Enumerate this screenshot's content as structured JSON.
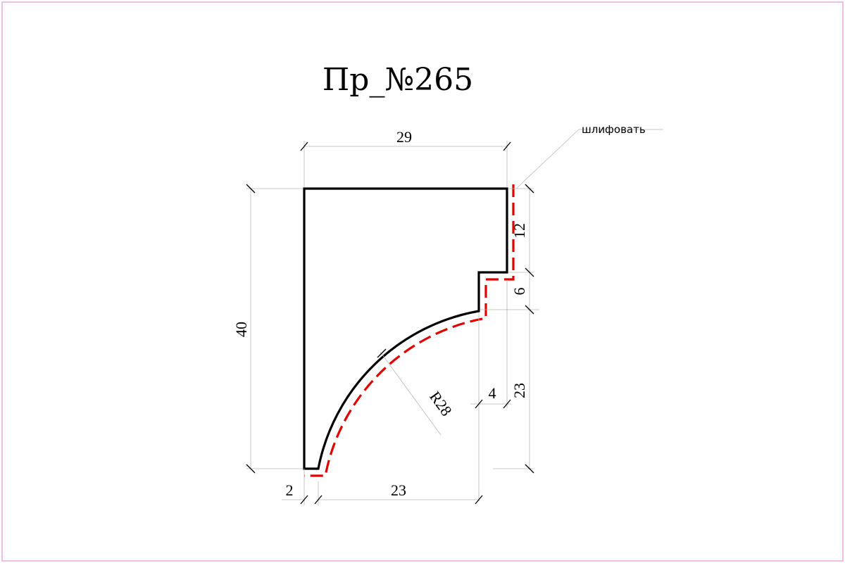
{
  "title": "Пр_№265",
  "note": "шлифовать",
  "dimensions": {
    "top_width": "29",
    "height_total": "40",
    "step_top": "12",
    "step_middle": "6",
    "arc_vertical": "23",
    "step_width": "4",
    "radius": "R28",
    "bottom_offset": "2",
    "bottom_width": "23"
  },
  "colors": {
    "outline": "#000000",
    "grind_line": "#e00000",
    "hatch": "#c98f8f",
    "frame": "#e6a8e6"
  }
}
